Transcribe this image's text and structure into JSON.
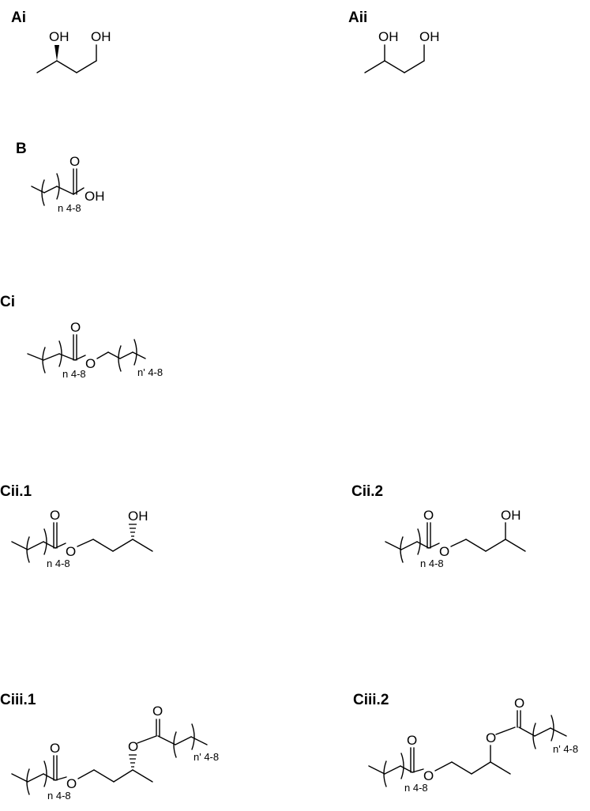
{
  "panels": {
    "Ai": {
      "label": "Ai",
      "atoms": {
        "oh1": "OH",
        "oh2": "OH"
      }
    },
    "Aii": {
      "label": "Aii",
      "atoms": {
        "oh1": "OH",
        "oh2": "OH"
      }
    },
    "B": {
      "label": "B",
      "atoms": {
        "o": "O",
        "oh": "OH",
        "repeat": "n 4-8"
      }
    },
    "Ci": {
      "label": "Ci",
      "atoms": {
        "o_carbonyl": "O",
        "o_ester": "O",
        "repeat1": "n 4-8",
        "repeat2": "n' 4-8"
      }
    },
    "Cii1": {
      "label": "Cii.1",
      "atoms": {
        "o_carbonyl": "O",
        "o_ester": "O",
        "oh": "OH",
        "repeat": "n 4-8"
      }
    },
    "Cii2": {
      "label": "Cii.2",
      "atoms": {
        "o_carbonyl": "O",
        "o_ester": "O",
        "oh": "OH",
        "repeat": "n 4-8"
      }
    },
    "Ciii1": {
      "label": "Ciii.1",
      "atoms": {
        "o_carbonyl1": "O",
        "o_ester1": "O",
        "o_ester2": "O",
        "o_carbonyl2": "O",
        "repeat1": "n 4-8",
        "repeat2": "n' 4-8"
      }
    },
    "Ciii2": {
      "label": "Ciii.2",
      "atoms": {
        "o_carbonyl1": "O",
        "o_ester1": "O",
        "o_ester2": "O",
        "o_carbonyl2": "O",
        "repeat1": "n 4-8",
        "repeat2": "n' 4-8"
      }
    }
  }
}
